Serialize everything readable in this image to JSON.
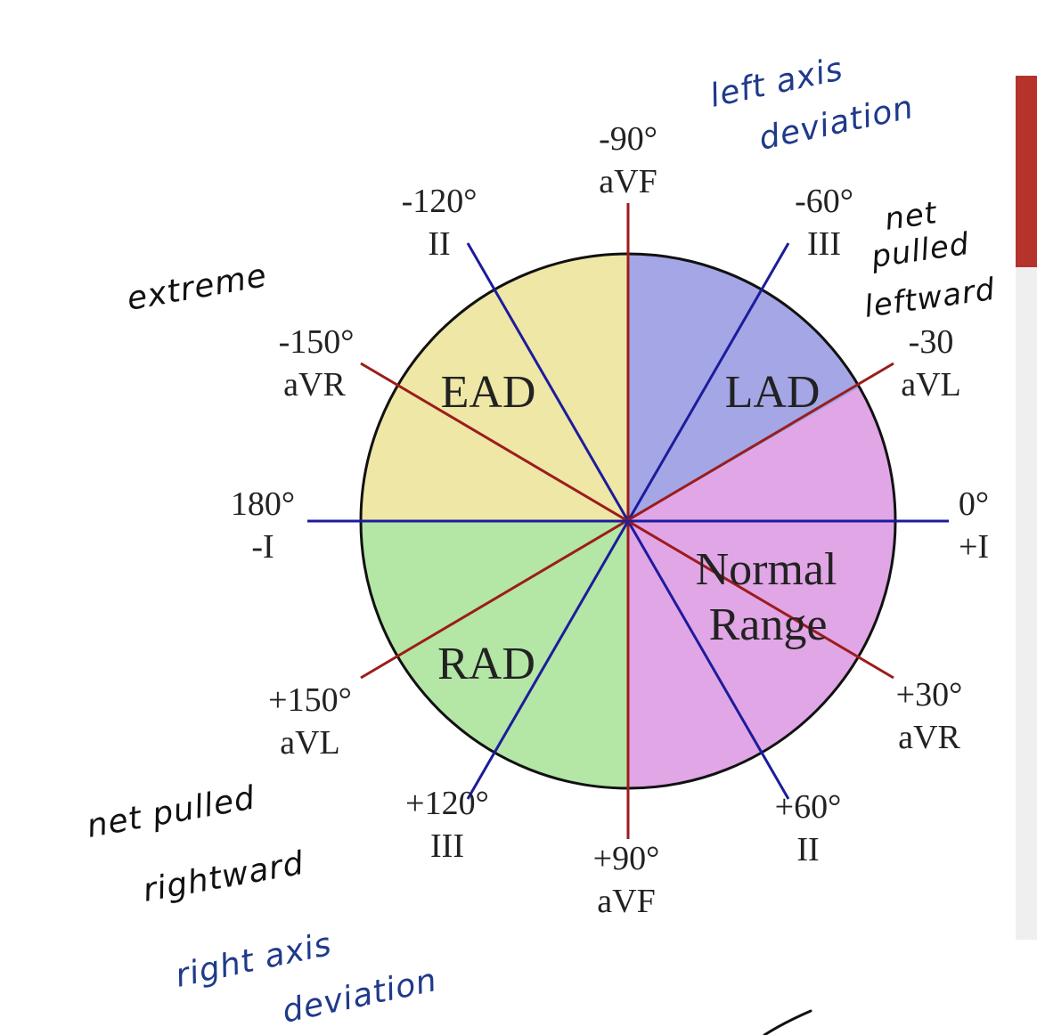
{
  "colors": {
    "lad_region": "#a4a6e6",
    "ead_region": "#eee7a6",
    "normal_region": "#e1a6e6",
    "rad_region": "#b4e6a6",
    "red_axis": "#9c1c1c",
    "blue_axis": "#1c1c9c",
    "handwriting_blue": "#1f3a8a",
    "handwriting_black": "#111111",
    "side_bar": "#b5332a"
  },
  "diagram": {
    "axes": [
      {
        "id": "avf-top",
        "degree_label": "-90°",
        "lead_label": "aVF",
        "color": "red_axis",
        "angle": -90
      },
      {
        "id": "avf-bottom",
        "degree_label": "+90°",
        "lead_label": "aVF",
        "color": "red_axis",
        "angle": 90
      },
      {
        "id": "ii-top",
        "degree_label": "-120°",
        "lead_label": "II",
        "color": "blue_axis",
        "angle": -120
      },
      {
        "id": "ii-bottom",
        "degree_label": "+60°",
        "lead_label": "II",
        "color": "blue_axis",
        "angle": 60
      },
      {
        "id": "iii-top",
        "degree_label": "-60°",
        "lead_label": "III",
        "color": "blue_axis",
        "angle": -60
      },
      {
        "id": "iii-bottom",
        "degree_label": "+120°",
        "lead_label": "III",
        "color": "blue_axis",
        "angle": 120
      },
      {
        "id": "avr-left",
        "degree_label": "-150°",
        "lead_label": "aVR",
        "color": "red_axis",
        "angle": -150
      },
      {
        "id": "avr-right",
        "degree_label": "+30°",
        "lead_label": "aVR",
        "color": "red_axis",
        "angle": 30
      },
      {
        "id": "avl-right",
        "degree_label": "-30",
        "lead_label": "aVL",
        "color": "red_axis",
        "angle": -30
      },
      {
        "id": "avl-left",
        "degree_label": "+150°",
        "lead_label": "aVL",
        "color": "red_axis",
        "angle": 150
      },
      {
        "id": "i-right",
        "degree_label": "0°",
        "lead_label": "+I",
        "color": "blue_axis",
        "angle": 0
      },
      {
        "id": "i-left",
        "degree_label": "180°",
        "lead_label": "-I",
        "color": "blue_axis",
        "angle": 180
      }
    ],
    "regions": {
      "lad": "LAD",
      "ead": "EAD",
      "rad": "RAD",
      "normal_line1": "Normal",
      "normal_line2": "Range"
    }
  },
  "annotations": {
    "left_axis_line1": "left axis",
    "left_axis_line2": "deviation",
    "net_leftward_line1": "net",
    "net_leftward_line2": "pulled",
    "net_leftward_line3": "leftward",
    "extreme": "extreme",
    "net_rightward_line1": "net pulled",
    "net_rightward_line2": "rightward",
    "right_axis_line1": "right axis",
    "right_axis_line2": "deviation"
  }
}
